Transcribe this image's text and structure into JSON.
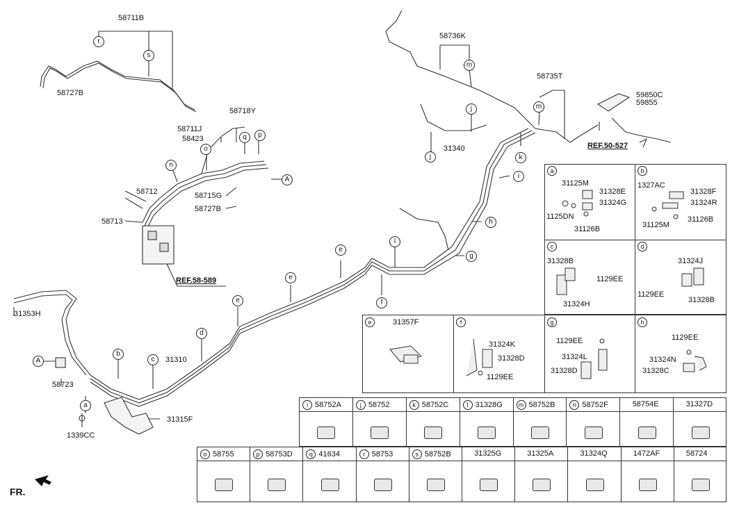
{
  "figure": {
    "fr_label": "FR.",
    "references": [
      "REF.58-589",
      "REF.50-527"
    ],
    "part_labels": {
      "p58711B": "58711B",
      "p58727B_top": "58727B",
      "p58718Y": "58718Y",
      "p58711J": "58711J",
      "p58423": "58423",
      "p58712": "58712",
      "p58715G": "58715G",
      "p58727B_mid": "58727B",
      "p58713": "58713",
      "p58736K": "58736K",
      "p58735T": "58735T",
      "p59850C": "59850C",
      "p59855": "59855",
      "p31340": "31340",
      "p31353H": "31353H",
      "p31310": "31310",
      "p58723": "58723",
      "p31315F": "31315F",
      "p1339CC": "1339CC"
    },
    "callouts": {
      "c_r1": "r",
      "c_s1": "s",
      "c_m1": "m",
      "c_m2": "m",
      "c_j1": "j",
      "c_j2": "j",
      "c_k": "k",
      "c_i": "i",
      "c_h": "h",
      "c_g": "g",
      "c_l": "l",
      "c_f": "f",
      "c_e1": "e",
      "c_e2": "e",
      "c_e3": "e",
      "c_d": "d",
      "c_c": "c",
      "c_b": "b",
      "c_a": "a",
      "c_n": "n",
      "c_o": "o",
      "c_q": "q",
      "c_p": "p",
      "c_A1": "A",
      "c_A2": "A"
    }
  },
  "detail_boxes": {
    "a": {
      "key": "a",
      "parts": [
        "31125M",
        "31328E",
        "31324G",
        "1125DN",
        "31126B"
      ]
    },
    "b": {
      "key": "b",
      "parts": [
        "1327AC",
        "31328F",
        "31324R",
        "31126B",
        "31125M"
      ]
    },
    "c": {
      "key": "c",
      "parts": [
        "31328B",
        "1129EE",
        "31324H"
      ]
    },
    "d": {
      "key": "d",
      "parts": [
        "31324J",
        "1129EE",
        "31328B"
      ]
    },
    "e": {
      "key": "e",
      "title": "31357F"
    },
    "f": {
      "key": "f",
      "parts": [
        "31324K",
        "31328D",
        "1129EE"
      ]
    },
    "g": {
      "key": "g",
      "parts": [
        "1129EE",
        "31324L",
        "31328D"
      ]
    },
    "h": {
      "key": "h",
      "parts": [
        "1129EE",
        "31324N",
        "31328C"
      ]
    }
  },
  "table_row1": [
    {
      "key": "i",
      "part": "58752A"
    },
    {
      "key": "j",
      "part": "58752"
    },
    {
      "key": "k",
      "part": "58752C"
    },
    {
      "key": "l",
      "part": "31328G"
    },
    {
      "key": "m",
      "part": "58752B"
    },
    {
      "key": "n",
      "part": "58752F"
    },
    {
      "key": "",
      "part": "58754E"
    },
    {
      "key": "",
      "part": "31327D"
    }
  ],
  "table_row2": [
    {
      "key": "o",
      "part": "58755"
    },
    {
      "key": "p",
      "part": "58753D"
    },
    {
      "key": "q",
      "part": "41634"
    },
    {
      "key": "r",
      "part": "58753"
    },
    {
      "key": "s",
      "part": "58752B"
    },
    {
      "key": "",
      "part": "31325G"
    },
    {
      "key": "",
      "part": "31325A"
    },
    {
      "key": "",
      "part": "31324Q"
    },
    {
      "key": "",
      "part": "1472AF"
    },
    {
      "key": "",
      "part": "58724"
    }
  ]
}
